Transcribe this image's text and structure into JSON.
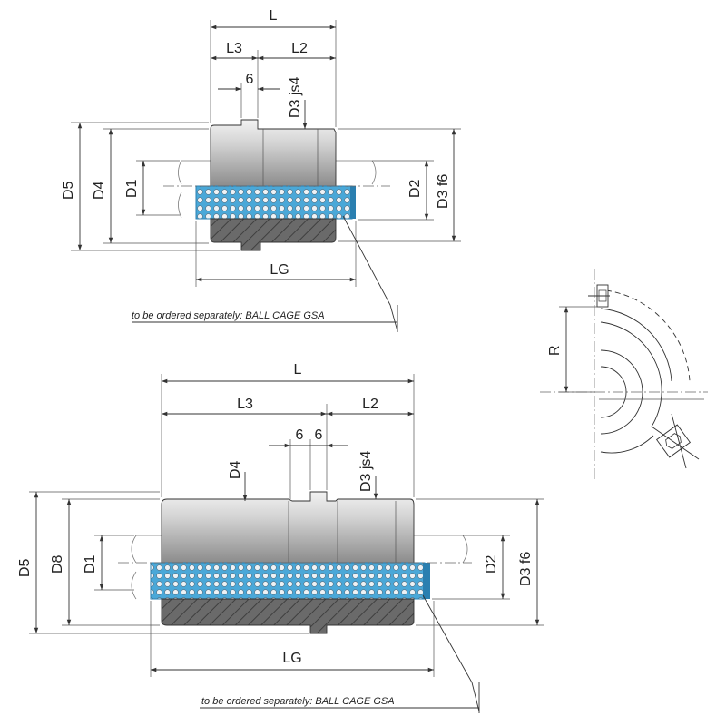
{
  "colors": {
    "cage": "#4aa8d8",
    "cage_edge": "#2a7fb0",
    "ball": "#e8edf2",
    "body_light": "#d8d8d8",
    "body_dark": "#8e8e8e",
    "section": "#5e5e5e",
    "line": "#333333"
  },
  "top_view": {
    "L": "L",
    "L3": "L3",
    "L2": "L2",
    "groove": "6",
    "D3js4": "D3 js4",
    "D5": "D5",
    "D4": "D4",
    "D1": "D1",
    "D2": "D2",
    "D3f6": "D3 f6",
    "LG": "LG",
    "note": "to be ordered separately: BALL CAGE GSA"
  },
  "bottom_view": {
    "L": "L",
    "L3": "L3",
    "L2": "L2",
    "groove_a": "6",
    "groove_b": "6",
    "D4": "D4",
    "D3js4": "D3 js4",
    "D5": "D5",
    "D8": "D8",
    "D1": "D1",
    "D2": "D2",
    "D3f6": "D3 f6",
    "LG": "LG",
    "note": "to be ordered separately: BALL CAGE GSA"
  },
  "side_view": {
    "R": "R"
  },
  "icons": [
    "ball-cage-pattern",
    "section-hatch",
    "leader-arrow"
  ]
}
